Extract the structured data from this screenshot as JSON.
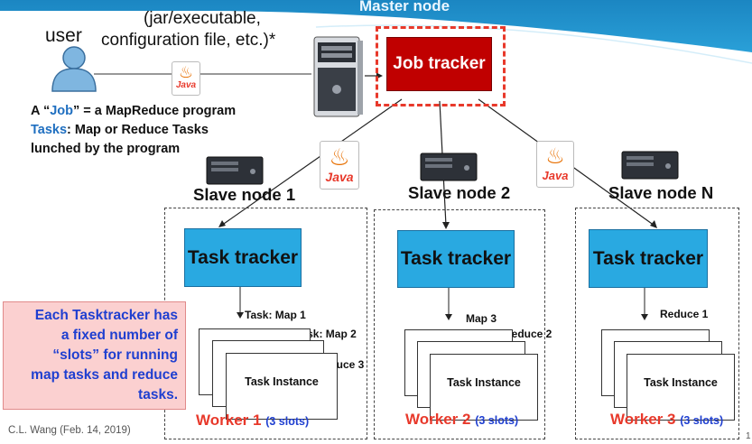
{
  "header": {
    "master_node_label": "Master node"
  },
  "user": {
    "label": "user"
  },
  "jar_note": {
    "line1": "(jar/executable,",
    "line2": "configuration file,  etc.)*"
  },
  "job_tracker": {
    "label": "Job tracker"
  },
  "definitions": {
    "line1_prefix": "A “",
    "line1_job": "Job",
    "line1_suffix": "” = a MapReduce program",
    "line2_tasks": "Tasks",
    "line2_rest": ": Map or Reduce Tasks",
    "line3": "lunched by the program"
  },
  "java_label": "Java",
  "slave_nodes": [
    {
      "label": "Slave node 1"
    },
    {
      "label": "Slave node 2"
    },
    {
      "label": "Slave node N"
    }
  ],
  "task_tracker_label": "Task tracker",
  "workers": [
    {
      "name": "Worker 1",
      "slots": "(3 slots)",
      "tasks": [
        "Task: Map 1",
        "Task: Map 2",
        "Reduce 3"
      ],
      "instance_label": "Task Instance"
    },
    {
      "name": "Worker 2",
      "slots": "(3 slots)",
      "tasks": [
        "Map 3",
        "Reduce 2"
      ],
      "instance_label": "Task Instance"
    },
    {
      "name": "Worker 3",
      "slots": "(3 slots)",
      "tasks": [
        "Reduce 1"
      ],
      "instance_label": "Task Instance"
    }
  ],
  "note": {
    "lines": [
      "Each Tasktracker has",
      "a fixed number of",
      "“slots” for running",
      "map tasks and reduce",
      "tasks."
    ]
  },
  "footer": {
    "credit": "C.L. Wang (Feb. 14, 2019)",
    "page_number": "1"
  },
  "colors": {
    "banner": "#1f8fc6",
    "job_tracker": "#c00000",
    "task_tracker": "#29a9e1",
    "accent_red": "#e8392b",
    "accent_blue": "#1f3fd0",
    "note_bg": "#fbd0d0"
  }
}
